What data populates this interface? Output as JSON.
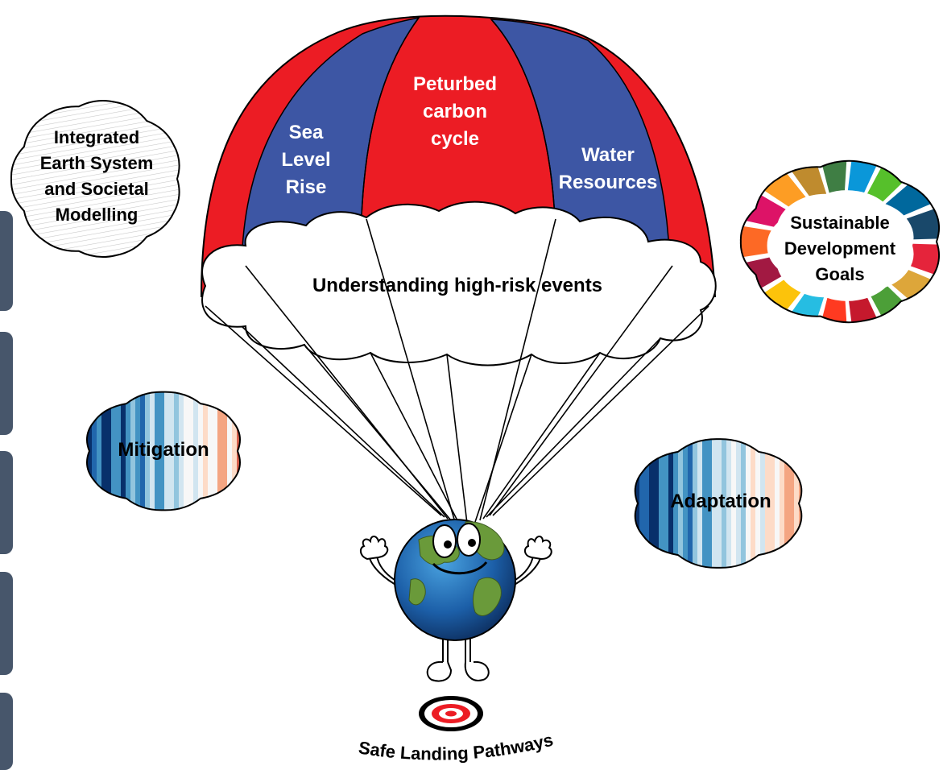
{
  "canopy": {
    "left_panel": [
      "Sea",
      "Level",
      "Rise"
    ],
    "center_panel": [
      "Peturbed",
      "carbon",
      "cycle"
    ],
    "right_panel": [
      "Water",
      "Resources"
    ],
    "skirt_label": "Understanding high-risk events"
  },
  "clouds": {
    "modelling": [
      "Integrated",
      "Earth System",
      "and Societal",
      "Modelling"
    ],
    "sdg": [
      "Sustainable",
      "Development",
      "Goals"
    ],
    "mitigation": "Mitigation",
    "adaptation": "Adaptation"
  },
  "target_label": "Safe Landing Pathways",
  "colors": {
    "red": "#ec1c24",
    "blue": "#3d56a4",
    "side_tab": "#47566b"
  },
  "sdg_ring_colors": [
    "#e5243b",
    "#dda63a",
    "#4c9f38",
    "#c5192d",
    "#ff3a21",
    "#26bde2",
    "#fcc30b",
    "#a21942",
    "#fd6925",
    "#dd1367",
    "#fd9d24",
    "#bf8b2e",
    "#3f7e44",
    "#0a97d9",
    "#56c02b",
    "#00689d",
    "#19486a"
  ],
  "stripe_colors": [
    "#08306b",
    "#2166ac",
    "#4393c3",
    "#92c5de",
    "#d1e5f0",
    "#f7f7f7",
    "#fddbc7",
    "#f4a582",
    "#d6604d"
  ]
}
